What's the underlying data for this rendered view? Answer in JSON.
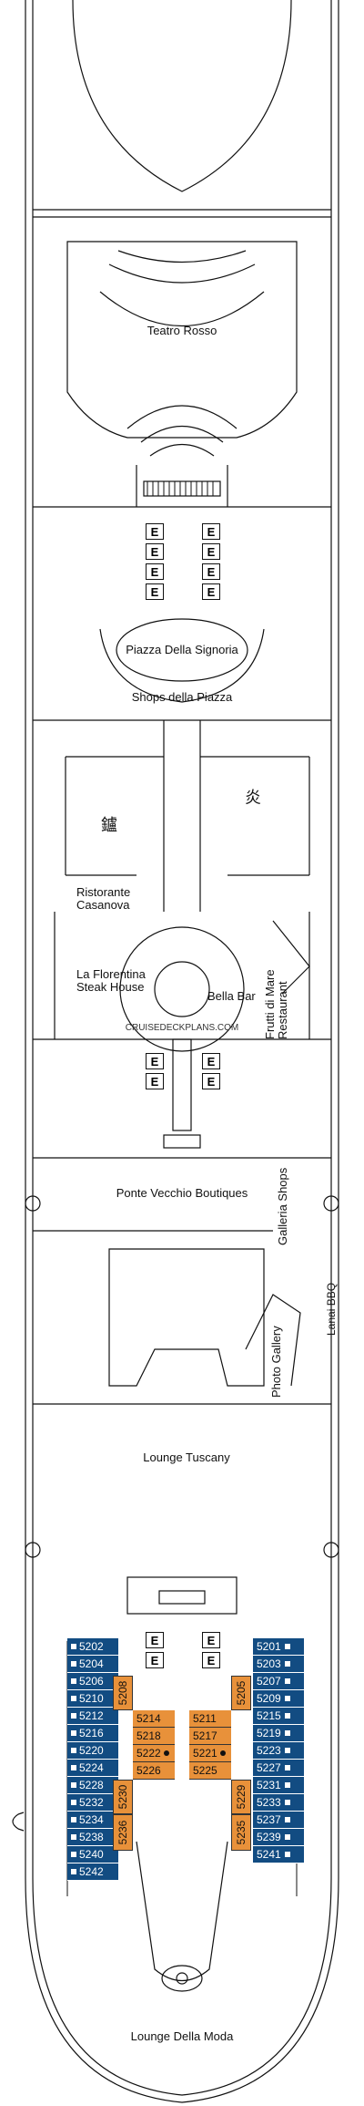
{
  "venues": {
    "teatro": "Teatro Rosso",
    "piazza": "Piazza Della Signoria",
    "shops_piazza": "Shops della Piazza",
    "casanova": "Ristorante\nCasanova",
    "florentina": "La Florentina\nSteak House",
    "frutti": "Frutti di Mare\nRestaurant",
    "bella": "Bella Bar",
    "watermark": "CRUISEDECKPLANS.COM",
    "ponte": "Ponte Vecchio Boutiques",
    "galleria": "Galleria Shops",
    "lanai": "Lanai BBQ",
    "photo": "Photo Gallery",
    "tuscany": "Lounge Tuscany",
    "moda": "Lounge Della Moda",
    "glyph_left": "鑪",
    "glyph_right": "炎"
  },
  "elevator_label": "E",
  "cabins": {
    "left_blue": [
      "5202",
      "5204",
      "5206",
      "5210",
      "5212",
      "5216",
      "5220",
      "5224",
      "5228",
      "5232",
      "5234",
      "5238",
      "5240",
      "5242"
    ],
    "right_blue": [
      "5201",
      "5203",
      "5207",
      "5209",
      "5215",
      "5219",
      "5223",
      "5227",
      "5231",
      "5233",
      "5237",
      "5239",
      "5241"
    ],
    "left_orange": [
      "5214",
      "5218",
      "5222",
      "5226"
    ],
    "right_orange": [
      "5211",
      "5217",
      "5221",
      "5225"
    ],
    "left_vertical": [
      "5208",
      "5230",
      "5236"
    ],
    "right_vertical": [
      "5205",
      "5229",
      "5235"
    ]
  },
  "colors": {
    "interior_cabin": "#e8913a",
    "oceanview_cabin": "#124c82",
    "outline": "#111111"
  }
}
